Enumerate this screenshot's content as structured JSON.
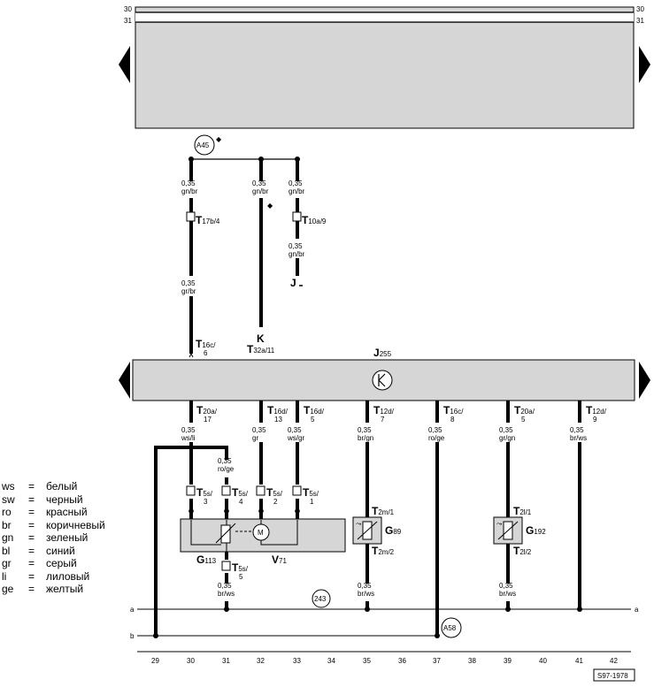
{
  "rails": {
    "top_left": "30",
    "top_right": "30",
    "bottom_left": "31",
    "bottom_right": "31"
  },
  "bus": {
    "a": "a",
    "b": "b"
  },
  "connectors": {
    "A45": "A45",
    "A58": "A58",
    "ref_243": "243",
    "diamond": "◆"
  },
  "components": {
    "J255": "J",
    "J255_sub": "255",
    "K": "K",
    "J_dot": "J",
    "G113": "G",
    "G113_sub": "113",
    "V71": "V",
    "V71_sub": "71",
    "G89": "G",
    "G89_sub": "89",
    "G192": "G",
    "G192_sub": "192",
    "motor_M": "M"
  },
  "wires": {
    "w1_top": "0,35\ngn/br",
    "w2_top": "0,35\ngn/br",
    "w3_top": "0,35\ngn/br",
    "w3_mid": "0,35\ngn/br",
    "w1_mid": "0,35\ngr/br",
    "w30": "0,35\nws/li",
    "w31_top": "0,35\nro/ge",
    "w32": "0,35\ngr",
    "w33": "0,35\nws/gr",
    "w35": "0,35\nbr/gn",
    "w37": "0,35\nro/ge",
    "w39": "0,35\ngr/gn",
    "w41": "0,35\nbr/ws",
    "w31_bot": "0,35\nbr/ws",
    "w35_bot": "0,35\nbr/ws",
    "w39_bot": "0,35\nbr/ws"
  },
  "terminals": {
    "T17b": {
      "main": "T",
      "sub": "17b/4"
    },
    "T10a": {
      "main": "T",
      "sub": "10a/9"
    },
    "T16c6": {
      "main": "T",
      "sub": "16c/",
      "num": "6"
    },
    "T32a": {
      "main": "T",
      "sub": "32a/11"
    },
    "T20a17": {
      "main": "T",
      "sub": "20a/",
      "num": "17"
    },
    "T16d13": {
      "main": "T",
      "sub": "16d/",
      "num": "13"
    },
    "T16d5": {
      "main": "T",
      "sub": "16d/",
      "num": "5"
    },
    "T12d7": {
      "main": "T",
      "sub": "12d/",
      "num": "7"
    },
    "T16c8": {
      "main": "T",
      "sub": "16c/",
      "num": "8"
    },
    "T20a5": {
      "main": "T",
      "sub": "20a/",
      "num": "5"
    },
    "T12d9": {
      "main": "T",
      "sub": "12d/",
      "num": "9"
    },
    "T5s3": {
      "main": "T",
      "sub": "5s/",
      "num": "3"
    },
    "T5s4": {
      "main": "T",
      "sub": "5s/",
      "num": "4"
    },
    "T5s2": {
      "main": "T",
      "sub": "5s/",
      "num": "2"
    },
    "T5s1": {
      "main": "T",
      "sub": "5s/",
      "num": "1"
    },
    "T5s5": {
      "main": "T",
      "sub": "5s/",
      "num": "5"
    },
    "T2m1": {
      "main": "T",
      "sub": "2m/1"
    },
    "T2m2": {
      "main": "T",
      "sub": "2m/2"
    },
    "T2l1": {
      "main": "T",
      "sub": "2l/1"
    },
    "T2l2": {
      "main": "T",
      "sub": "2l/2"
    }
  },
  "legend": [
    {
      "code": "ws",
      "eq": "=",
      "name": "белый"
    },
    {
      "code": "sw",
      "eq": "=",
      "name": "черный"
    },
    {
      "code": "ro",
      "eq": "=",
      "name": "красный"
    },
    {
      "code": "br",
      "eq": "=",
      "name": "коричневый"
    },
    {
      "code": "gn",
      "eq": "=",
      "name": "зеленый"
    },
    {
      "code": "bl",
      "eq": "=",
      "name": "синий"
    },
    {
      "code": "gr",
      "eq": "=",
      "name": "серый"
    },
    {
      "code": "li",
      "eq": "=",
      "name": "лиловый"
    },
    {
      "code": "ge",
      "eq": "=",
      "name": "желтый"
    }
  ],
  "grid_numbers": [
    "29",
    "30",
    "31",
    "32",
    "33",
    "34",
    "35",
    "36",
    "37",
    "38",
    "39",
    "40",
    "41",
    "42"
  ],
  "drawing_ref": "S97-1978",
  "colors": {
    "panel": "#d6d6d6",
    "line": "#000000"
  }
}
